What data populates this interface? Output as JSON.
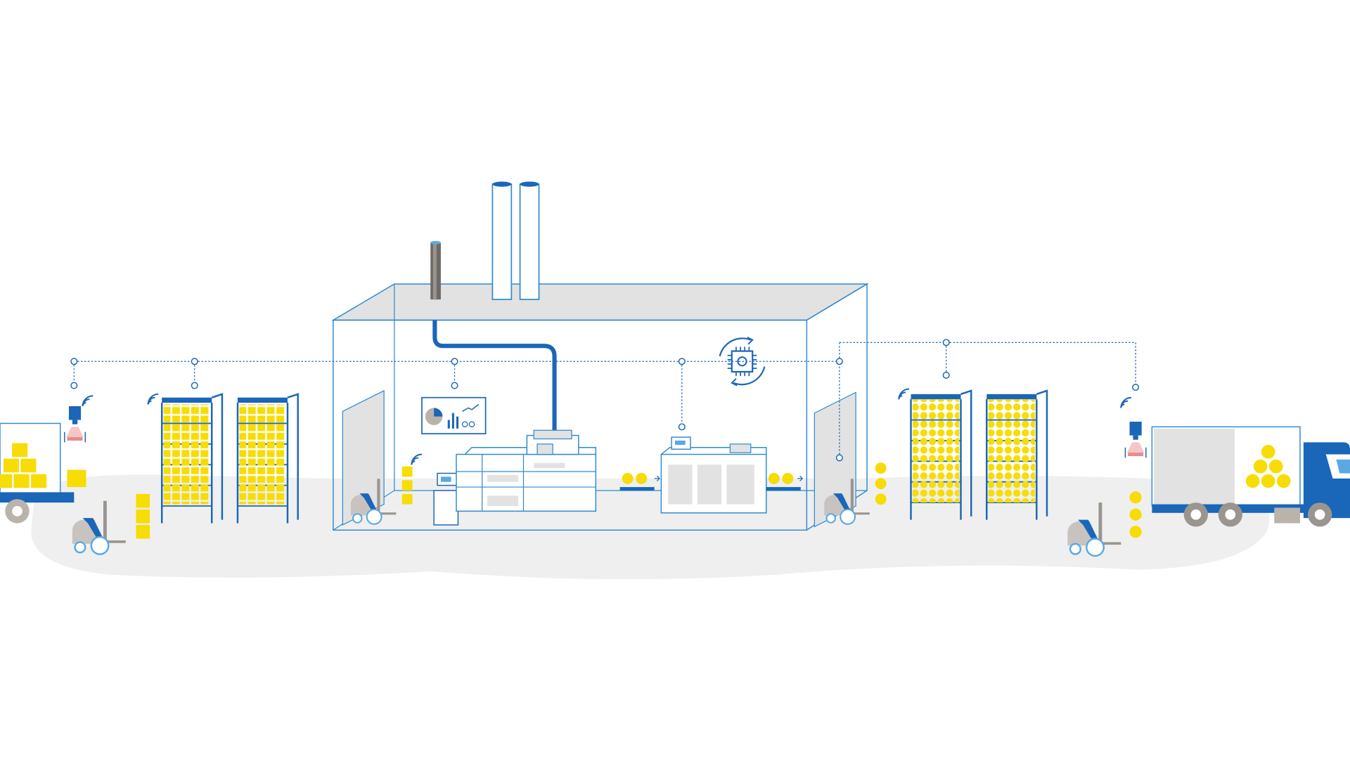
{
  "diagram": {
    "type": "smart-factory-supply-chain-illustration",
    "flow_stages": [
      "inbound-truck",
      "raw-material-warehouse",
      "factory",
      "finished-goods-warehouse",
      "outbound-truck"
    ],
    "colors": {
      "primary_blue": "#1a66b8",
      "light_blue": "#5aa8e4",
      "outline_blue": "#2f8ad0",
      "yellow": "#f7dc06",
      "floor_grey": "#efefef",
      "panel_grey": "#e2e2e2",
      "wheel_grey": "#b9b3ac",
      "scanner_pink": "#e88a8a"
    },
    "icons": [
      "wifi-icon",
      "rfid-scanner-icon",
      "chip-cycle-icon",
      "dashboard-chart-icon",
      "forklift-icon",
      "truck-icon",
      "chimney-icon",
      "conveyor-icon"
    ]
  }
}
